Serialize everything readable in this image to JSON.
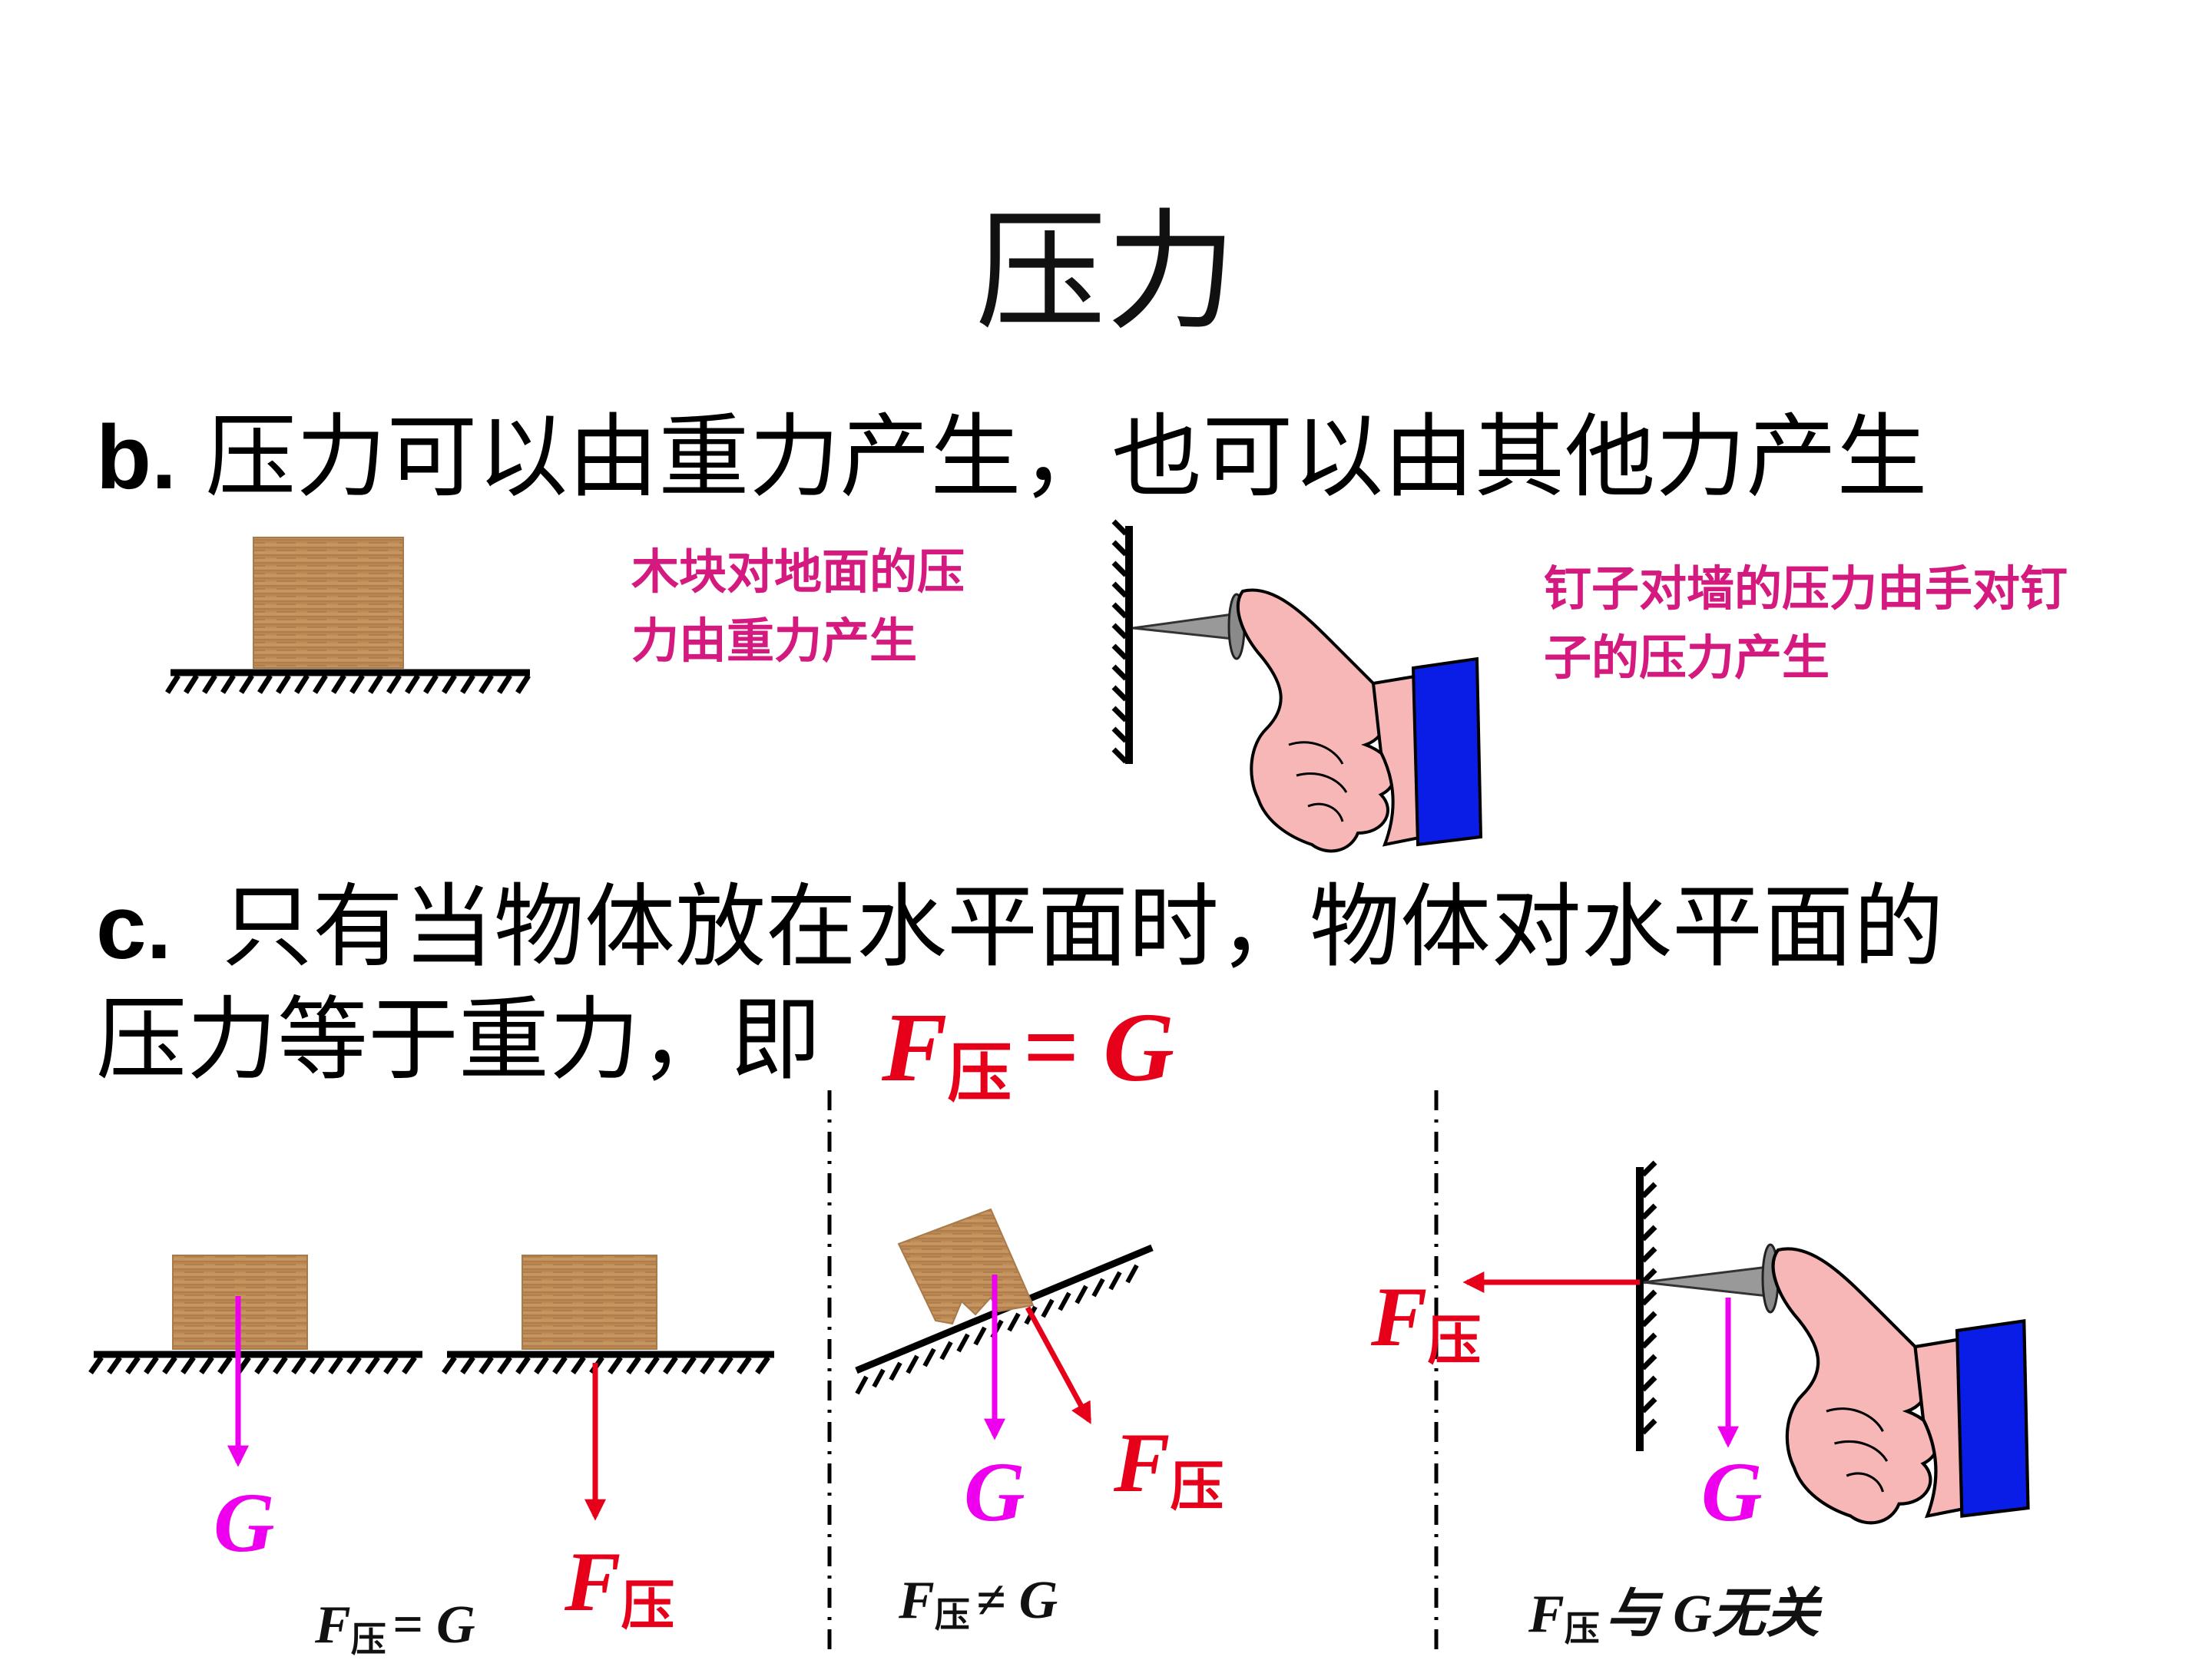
{
  "title": "压力",
  "point_b": {
    "marker": "b.",
    "text": "压力可以由重力产生，也可以由其他力产生"
  },
  "note_block": [
    "木块对地面的压",
    "力由重力产生"
  ],
  "note_nail": [
    "钉子对墙的压力由手对钉",
    "子的压力产生"
  ],
  "point_c": {
    "marker": "c.",
    "line1": "只有当物体放在水平面时，物体对水平面的",
    "line2": "压力等于重力，即"
  },
  "equation": {
    "f": "F",
    "sub": "压",
    "rest": "= G"
  },
  "labels": {
    "G": "G",
    "F": "F",
    "sub": "压"
  },
  "captions": {
    "horizontal": {
      "f": "F",
      "sub": "压",
      "rest": "= G"
    },
    "incline": {
      "f": "F",
      "sub": "压",
      "rest": "≠ G"
    },
    "wall": {
      "f": "F",
      "sub": "压",
      "rest": "与 G无关"
    }
  },
  "colors": {
    "gravity": "#ee00ee",
    "pressure": "#e6001a",
    "note": "#d4197f",
    "sleeve": "#0a1de6",
    "skin": "#f7b7b7"
  }
}
